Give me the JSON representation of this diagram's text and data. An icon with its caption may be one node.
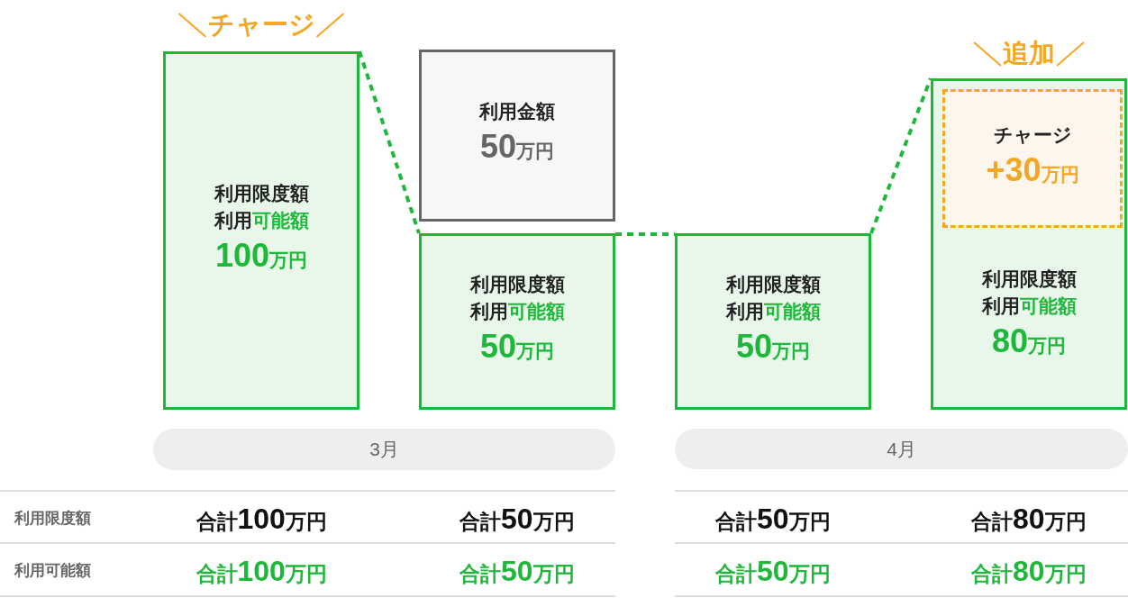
{
  "diagram": {
    "nodes": [
      {
        "text": [
          "チャージ",
          "利用限度額",
          "利用可能額",
          "100万円"
        ]
      },
      {
        "text": [
          "利用金額",
          "50万円"
        ]
      },
      {
        "text": [
          "利用限度額",
          "利用可能額",
          "50万円"
        ]
      },
      {
        "text": [
          "利用限度額",
          "利用可能額",
          "50万円"
        ]
      },
      {
        "text": [
          "追加",
          "利用限度額",
          "利用可能額",
          "80万円"
        ]
      },
      {
        "text": [
          "チャージ",
          "+30万円"
        ],
        "in": 4
      },
      {
        "text": [
          "3月"
        ]
      },
      {
        "text": [
          "4月"
        ]
      }
    ],
    "edges": [
      {
        "from": 0,
        "to": 2,
        "arrow": "none",
        "style": "dashed",
        "color": "#1db83a"
      },
      {
        "from": 2,
        "to": 3,
        "arrow": "none",
        "style": "dashed",
        "color": "#1db83a"
      },
      {
        "from": 3,
        "to": 4,
        "arrow": "none",
        "style": "dashed",
        "color": "#1db83a"
      }
    ],
    "labels": [
      "利用限度額",
      "合計100万円",
      "合計50万円",
      "合計50万円",
      "合計80万円",
      "利用可能額",
      "合計100万円",
      "合計50万円",
      "合計50万円",
      "合計80万円"
    ]
  }
}
